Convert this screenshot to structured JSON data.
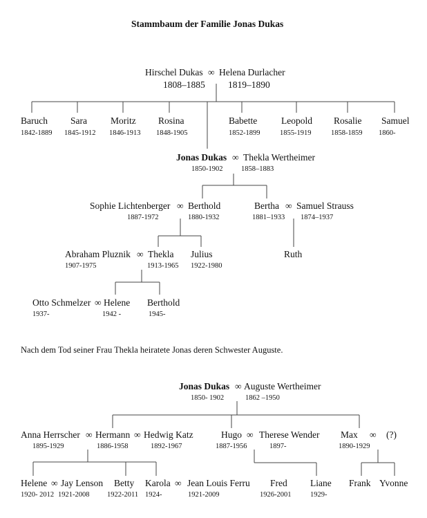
{
  "title": "Stammbaum der Familie Jonas Dukas",
  "marriage_symbol": "∞",
  "note": "Nach dem Tod seiner Frau Thekla heiratete Jonas deren Schwester Auguste.",
  "gen1": {
    "husband": {
      "name": "Hirschel Dukas",
      "dates": "1808–1885"
    },
    "wife": {
      "name": "Helena Durlacher",
      "dates": "1819–1890"
    }
  },
  "gen1_children": [
    {
      "name": "Baruch",
      "dates": "1842-1889"
    },
    {
      "name": "Sara",
      "dates": "1845-1912"
    },
    {
      "name": "Moritz",
      "dates": "1846-1913"
    },
    {
      "name": "Rosina",
      "dates": "1848-1905"
    },
    {
      "name": "Babette",
      "dates": "1852-1899"
    },
    {
      "name": "Leopold",
      "dates": "1855-1919"
    },
    {
      "name": "Rosalie",
      "dates": "1858-1859"
    },
    {
      "name": "Samuel",
      "dates": "1860-"
    }
  ],
  "jonas_first": {
    "husband": {
      "name": "Jonas Dukas",
      "dates": "1850-1902"
    },
    "wife": {
      "name": "Thekla Wertheimer",
      "dates": "1858–1883"
    }
  },
  "berthold_family": {
    "wife": {
      "name": "Sophie Lichtenberger",
      "dates": "1887-1972"
    },
    "husband": {
      "name": "Berthold",
      "dates": "1880-1932"
    }
  },
  "bertha_family": {
    "wife": {
      "name": "Bertha",
      "dates": "1881–1933"
    },
    "husband": {
      "name": "Samuel Strauss",
      "dates": "1874–1937"
    },
    "child": {
      "name": "Ruth"
    }
  },
  "thekla_family": {
    "husband": {
      "name": "Abraham Pluznik",
      "dates": "1907-1975"
    },
    "wife": {
      "name": "Thekla",
      "dates": "1913-1965"
    },
    "sibling": {
      "name": "Julius",
      "dates": "1922-1980"
    }
  },
  "helene_family": {
    "husband": {
      "name": "Otto Schmelzer",
      "dates": "1937-"
    },
    "wife": {
      "name": "Helene",
      "dates": "1942 -"
    },
    "sibling": {
      "name": "Berthold",
      "dates": "1945-"
    }
  },
  "jonas_second": {
    "husband": {
      "name": "Jonas Dukas",
      "dates": "1850- 1902"
    },
    "wife": {
      "name": "Auguste Wertheimer",
      "dates": "1862 –1950"
    }
  },
  "hermann_family": {
    "first_wife": {
      "name": "Anna Herrscher",
      "dates": "1895-1929"
    },
    "husband": {
      "name": "Hermann",
      "dates": "1886-1958"
    },
    "second_wife": {
      "name": "Hedwig Katz",
      "dates": "1892-1967"
    }
  },
  "hugo_family": {
    "husband": {
      "name": "Hugo",
      "dates": "1887-1956"
    },
    "wife": {
      "name": "Therese Wender",
      "dates": "1897-"
    }
  },
  "max_family": {
    "husband": {
      "name": "Max",
      "dates": "1890-1929"
    },
    "wife": {
      "name": "(?)"
    }
  },
  "hermann_children": {
    "helene": {
      "name": "Helene",
      "dates": "1920- 2012"
    },
    "helene_spouse": {
      "name": "Jay Lenson",
      "dates": "1921-2008"
    },
    "betty": {
      "name": "Betty",
      "dates": "1922-2011"
    },
    "karola": {
      "name": "Karola",
      "dates": "1924-"
    },
    "karola_spouse": {
      "name": "Jean Louis Ferru",
      "dates": "1921-2009"
    }
  },
  "hugo_children": [
    {
      "name": "Fred",
      "dates": "1926-2001"
    },
    {
      "name": "Liane",
      "dates": "1929-"
    }
  ],
  "max_children": [
    {
      "name": "Frank"
    },
    {
      "name": "Yvonne"
    }
  ]
}
